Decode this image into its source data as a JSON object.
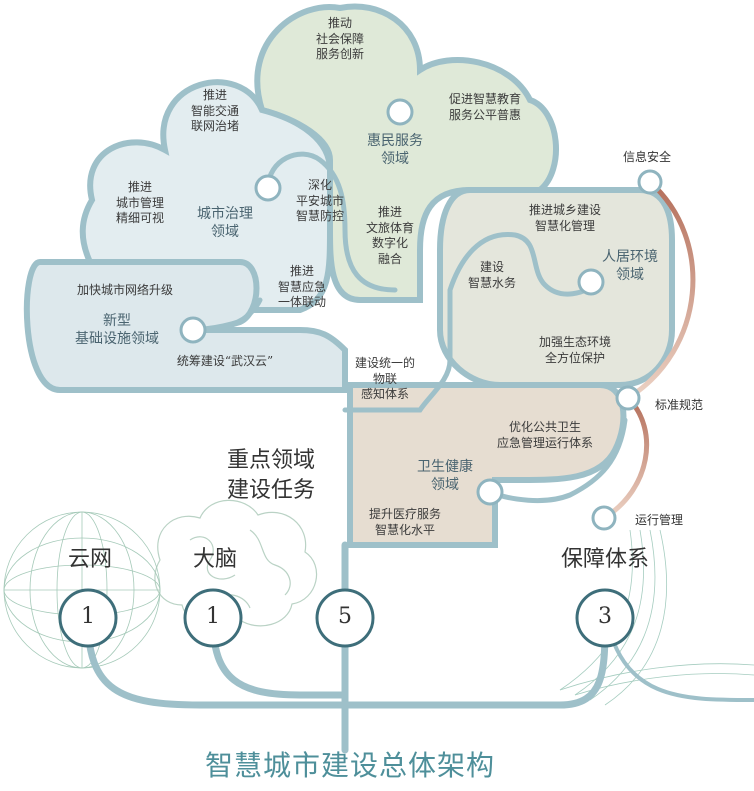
{
  "title": "智慧城市建设总体架构",
  "central_label": "重点领域\n建设任务",
  "support_label": "保障体系",
  "bases": [
    {
      "label": "云网",
      "count": "1"
    },
    {
      "label": "大脑",
      "count": "1"
    },
    {
      "label": "",
      "count": "5"
    },
    {
      "label": "保障体系",
      "count": "3"
    }
  ],
  "domains": {
    "huimin": {
      "name": "惠民服务\n领域",
      "tasks": [
        "推动\n社会保障\n服务创新",
        "促进智慧教育\n服务公平普惠",
        "推进\n文旅体育\n数字化\n融合"
      ]
    },
    "chengshi": {
      "name": "城市治理\n领域",
      "tasks": [
        "推进\n智能交通\n联网治堵",
        "推进\n城市管理\n精细可视",
        "深化\n平安城市\n智慧防控",
        "推进\n智慧应急\n一体联动"
      ]
    },
    "jichu": {
      "name": "新型\n基础设施领域",
      "tasks": [
        "加快城市网络升级",
        "统筹建设“武汉云”",
        "建设统一的\n物联\n感知体系"
      ]
    },
    "renju": {
      "name": "人居环境\n领域",
      "tasks": [
        "推进城乡建设\n智慧化管理",
        "建设\n智慧水务",
        "加强生态环境\n全方位保护"
      ]
    },
    "weisheng": {
      "name": "卫生健康\n领域",
      "tasks": [
        "优化公共卫生\n应急管理运行体系",
        "提升医疗服务\n智慧化水平"
      ]
    }
  },
  "guarantees": [
    "信息安全",
    "标准规范",
    "运行管理"
  ],
  "colors": {
    "frame": "#9ec0c9",
    "huimin_fill": "#dfe9d8",
    "renju_fill": "#e4e6dc",
    "weisheng_fill": "#e6ddd1",
    "infra_fill": "#dde8ec",
    "city_fill": "#e3edf0",
    "accent": "#4e8f9a",
    "copper": "#c49a86"
  }
}
